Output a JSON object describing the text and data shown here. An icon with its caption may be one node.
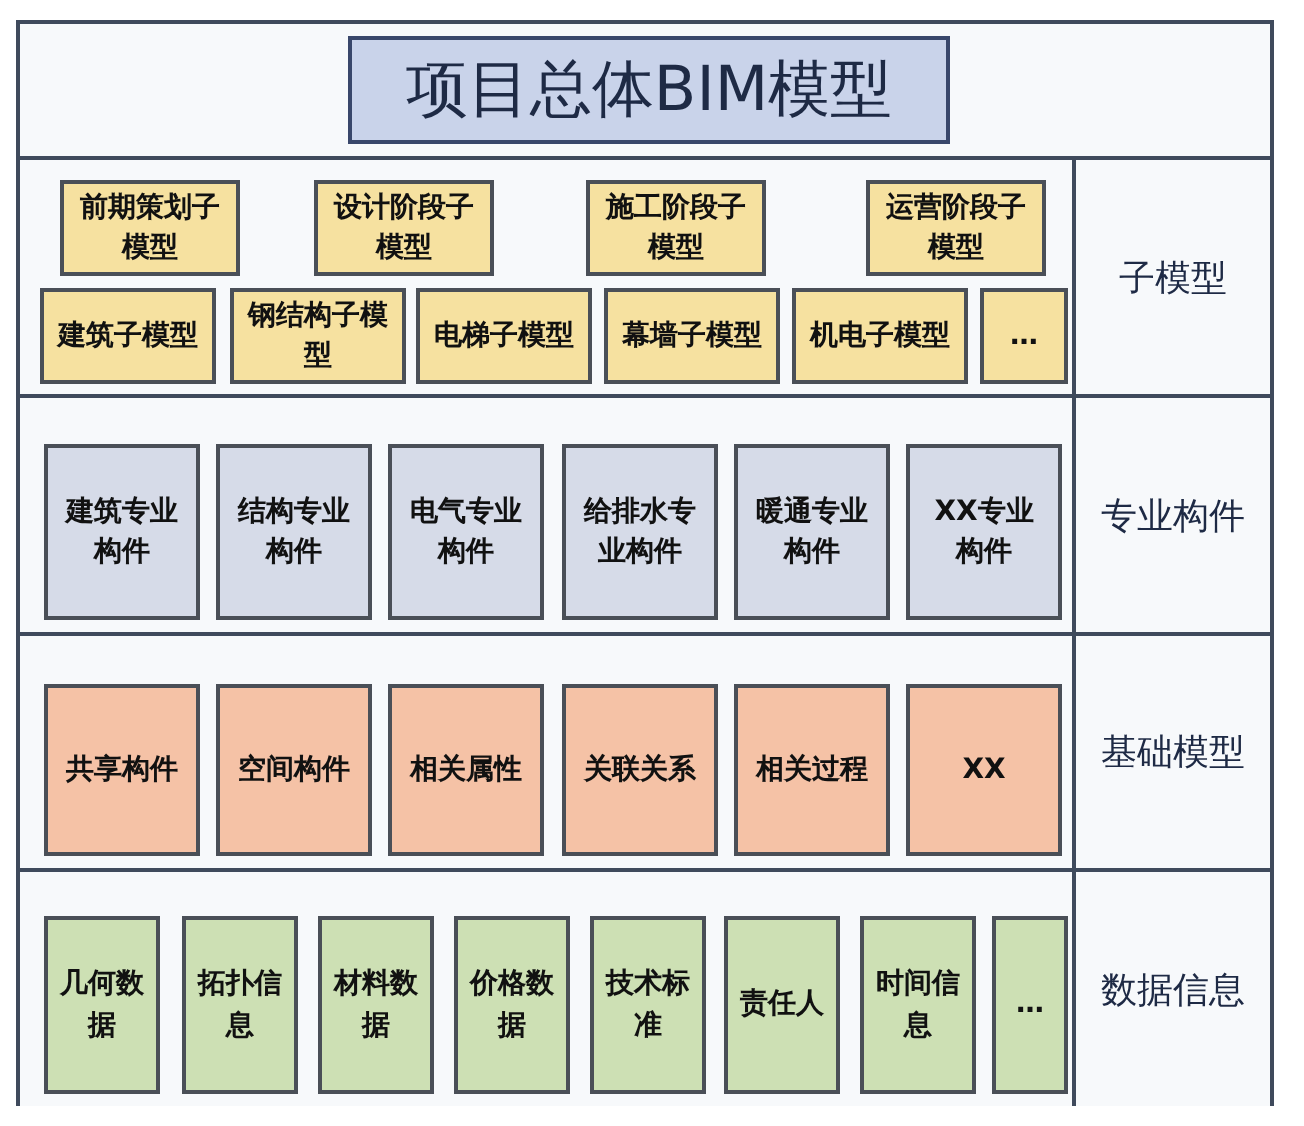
{
  "diagram": {
    "nodes": [
      {
        "text": [
          "项目总体BIM模型"
        ]
      },
      {
        "text": [
          "子模型"
        ]
      },
      {
        "text": [
          "前期策划子模型"
        ],
        "in": 1
      },
      {
        "text": [
          "设计阶段子模型"
        ],
        "in": 1
      },
      {
        "text": [
          "施工阶段子模型"
        ],
        "in": 1
      },
      {
        "text": [
          "运营阶段子模型"
        ],
        "in": 1
      },
      {
        "text": [
          "建筑子模型"
        ],
        "in": 1
      },
      {
        "text": [
          "钢结构子模型"
        ],
        "in": 1
      },
      {
        "text": [
          "电梯子模型"
        ],
        "in": 1
      },
      {
        "text": [
          "幕墙子模型"
        ],
        "in": 1
      },
      {
        "text": [
          "机电子模型"
        ],
        "in": 1
      },
      {
        "text": [
          "…"
        ],
        "in": 1
      },
      {
        "text": [
          "专业构件"
        ]
      },
      {
        "text": [
          "建筑专业构件"
        ],
        "in": 12
      },
      {
        "text": [
          "结构专业构件"
        ],
        "in": 12
      },
      {
        "text": [
          "电气专业构件"
        ],
        "in": 12
      },
      {
        "text": [
          "给排水专业构件"
        ],
        "in": 12
      },
      {
        "text": [
          "暖通专业构件"
        ],
        "in": 12
      },
      {
        "text": [
          "XX专业构件"
        ],
        "in": 12
      },
      {
        "text": [
          "基础模型"
        ]
      },
      {
        "text": [
          "共享构件"
        ],
        "in": 19
      },
      {
        "text": [
          "空间构件"
        ],
        "in": 19
      },
      {
        "text": [
          "相关属性"
        ],
        "in": 19
      },
      {
        "text": [
          "关联关系"
        ],
        "in": 19
      },
      {
        "text": [
          "相关过程"
        ],
        "in": 19
      },
      {
        "text": [
          "XX"
        ],
        "in": 19
      },
      {
        "text": [
          "数据信息"
        ]
      },
      {
        "text": [
          "几何数据"
        ],
        "in": 26
      },
      {
        "text": [
          "拓扑信息"
        ],
        "in": 26
      },
      {
        "text": [
          "材料数据"
        ],
        "in": 26
      },
      {
        "text": [
          "价格数据"
        ],
        "in": 26
      },
      {
        "text": [
          "技术标准"
        ],
        "in": 26
      },
      {
        "text": [
          "责任人"
        ],
        "in": 26
      },
      {
        "text": [
          "时间信息"
        ],
        "in": 26
      },
      {
        "text": [
          "…"
        ],
        "in": 26
      }
    ],
    "edges": []
  }
}
